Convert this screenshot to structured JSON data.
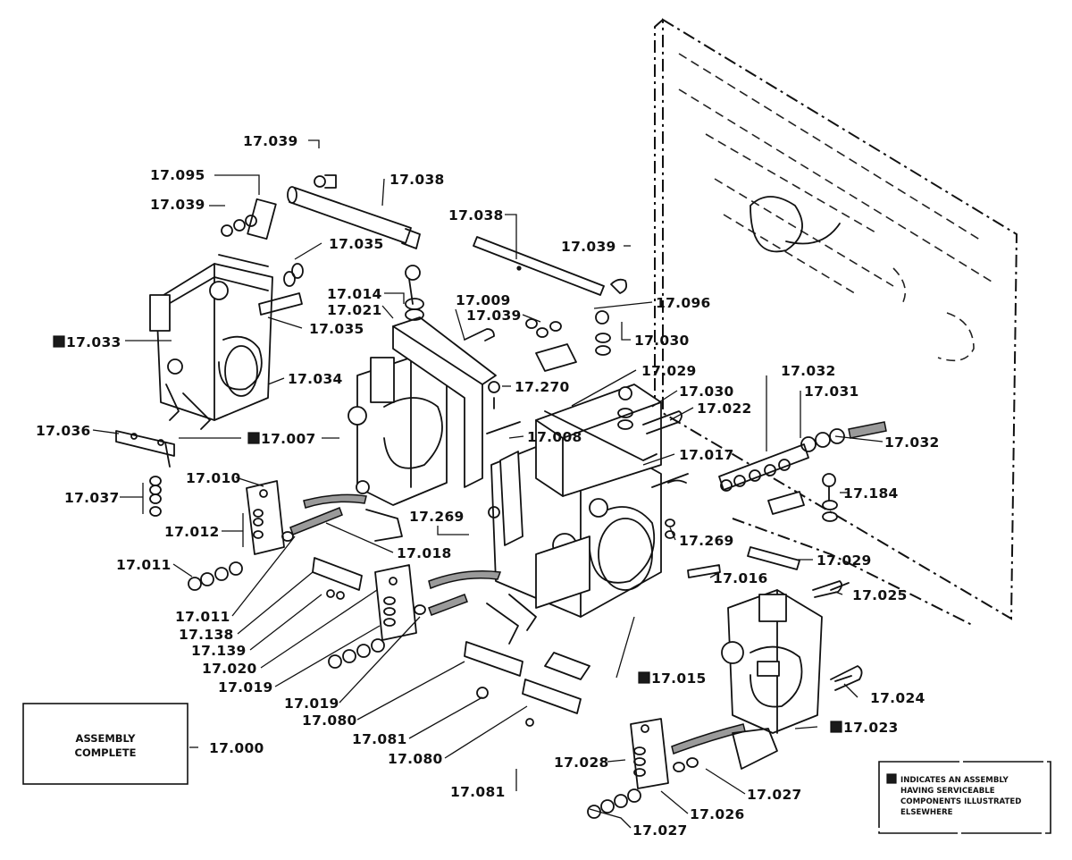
{
  "callouts": [
    {
      "text": "17.039",
      "assembly": false
    },
    {
      "text": "17.038",
      "assembly": false
    },
    {
      "text": "17.095",
      "assembly": false
    },
    {
      "text": "17.039",
      "assembly": false
    },
    {
      "text": "17.038",
      "assembly": false
    },
    {
      "text": "17.039",
      "assembly": false
    },
    {
      "text": "17.035",
      "assembly": false
    },
    {
      "text": "17.014",
      "assembly": false
    },
    {
      "text": "17.021",
      "assembly": false
    },
    {
      "text": "17.009",
      "assembly": false
    },
    {
      "text": "17.039",
      "assembly": false
    },
    {
      "text": "17.096",
      "assembly": false
    },
    {
      "text": "17.035",
      "assembly": false
    },
    {
      "text": "17.033",
      "assembly": true
    },
    {
      "text": "17.030",
      "assembly": false
    },
    {
      "text": "17.029",
      "assembly": false
    },
    {
      "text": "17.032",
      "assembly": false
    },
    {
      "text": "17.034",
      "assembly": false
    },
    {
      "text": "17.270",
      "assembly": false
    },
    {
      "text": "17.030",
      "assembly": false
    },
    {
      "text": "17.031",
      "assembly": false
    },
    {
      "text": "17.022",
      "assembly": false
    },
    {
      "text": "17.036",
      "assembly": false
    },
    {
      "text": "17.007",
      "assembly": true
    },
    {
      "text": "17.008",
      "assembly": false
    },
    {
      "text": "17.017",
      "assembly": false
    },
    {
      "text": "17.032",
      "assembly": false
    },
    {
      "text": "17.010",
      "assembly": false
    },
    {
      "text": "17.037",
      "assembly": false
    },
    {
      "text": "17.184",
      "assembly": false
    },
    {
      "text": "17.269",
      "assembly": false
    },
    {
      "text": "17.012",
      "assembly": false
    },
    {
      "text": "17.269",
      "assembly": false
    },
    {
      "text": "17.018",
      "assembly": false
    },
    {
      "text": "17.029",
      "assembly": false
    },
    {
      "text": "17.011",
      "assembly": false
    },
    {
      "text": "17.016",
      "assembly": false
    },
    {
      "text": "17.025",
      "assembly": false
    },
    {
      "text": "17.011",
      "assembly": false
    },
    {
      "text": "17.138",
      "assembly": false
    },
    {
      "text": "17.139",
      "assembly": false
    },
    {
      "text": "17.020",
      "assembly": false
    },
    {
      "text": "17.015",
      "assembly": true
    },
    {
      "text": "17.019",
      "assembly": false
    },
    {
      "text": "17.024",
      "assembly": false
    },
    {
      "text": "17.019",
      "assembly": false
    },
    {
      "text": "17.080",
      "assembly": false
    },
    {
      "text": "17.023",
      "assembly": true
    },
    {
      "text": "17.081",
      "assembly": false
    },
    {
      "text": "17.000",
      "assembly": false
    },
    {
      "text": "17.080",
      "assembly": false
    },
    {
      "text": "17.028",
      "assembly": false
    },
    {
      "text": "17.081",
      "assembly": false
    },
    {
      "text": "17.027",
      "assembly": false
    },
    {
      "text": "17.026",
      "assembly": false
    },
    {
      "text": "17.027",
      "assembly": false
    }
  ],
  "assembly_box": {
    "line1": "ASSEMBLY",
    "line2": "COMPLETE"
  },
  "legend": {
    "line1": "INDICATES AN ASSEMBLY",
    "line2": "HAVING SERVICEABLE",
    "line3": "COMPONENTS ILLUSTRATED",
    "line4": "ELSEWHERE"
  }
}
